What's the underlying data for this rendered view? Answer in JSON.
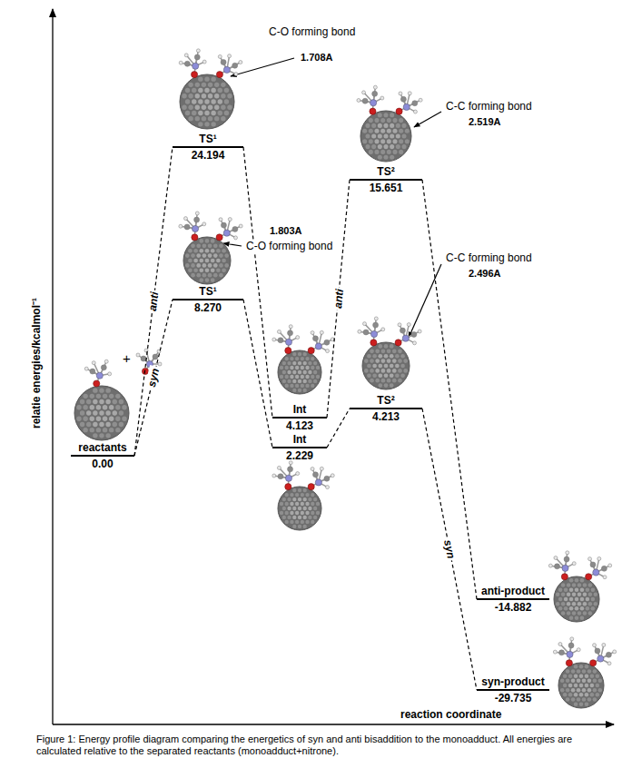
{
  "diagram": {
    "caption": "Figure 1: Energy profile diagram comparing the energetics of syn and anti bisaddition to the monoadduct. All energies are calculated relative to the separated reactants (monoadduct+nitrone).",
    "nodes": [
      {
        "text": [
          "reactants",
          "0.00"
        ]
      },
      {
        "text": [
          "TS¹",
          "24.194"
        ]
      },
      {
        "text": [
          "TS¹",
          "8.270"
        ]
      },
      {
        "text": [
          "Int",
          "4.123"
        ]
      },
      {
        "text": [
          "Int",
          "2.229"
        ]
      },
      {
        "text": [
          "TS²",
          "15.651"
        ]
      },
      {
        "text": [
          "TS²",
          "4.213"
        ]
      },
      {
        "text": [
          "anti-product",
          "-14.882"
        ]
      },
      {
        "text": [
          "syn-product",
          "-29.735"
        ]
      }
    ],
    "edges": [
      {
        "from": 0,
        "to": 1,
        "arrow": "none",
        "label": "anti"
      },
      {
        "from": 0,
        "to": 2,
        "arrow": "none",
        "label": "syn"
      },
      {
        "from": 1,
        "to": 3,
        "arrow": "none"
      },
      {
        "from": 2,
        "to": 4,
        "arrow": "none"
      },
      {
        "from": 3,
        "to": 5,
        "arrow": "none",
        "label": "anti"
      },
      {
        "from": 4,
        "to": 6,
        "arrow": "none"
      },
      {
        "from": 5,
        "to": 7,
        "arrow": "none"
      },
      {
        "from": 6,
        "to": 8,
        "arrow": "none",
        "label": "syn"
      }
    ],
    "labels": [
      "C-O forming bond",
      "1.708A",
      "C-O forming bond",
      "1.803A",
      "C-C forming bond",
      "2.519A",
      "C-C forming bond",
      "2.496A",
      "+",
      "relatie energies/kcalmol⁻¹",
      "reaction coordinate"
    ]
  }
}
